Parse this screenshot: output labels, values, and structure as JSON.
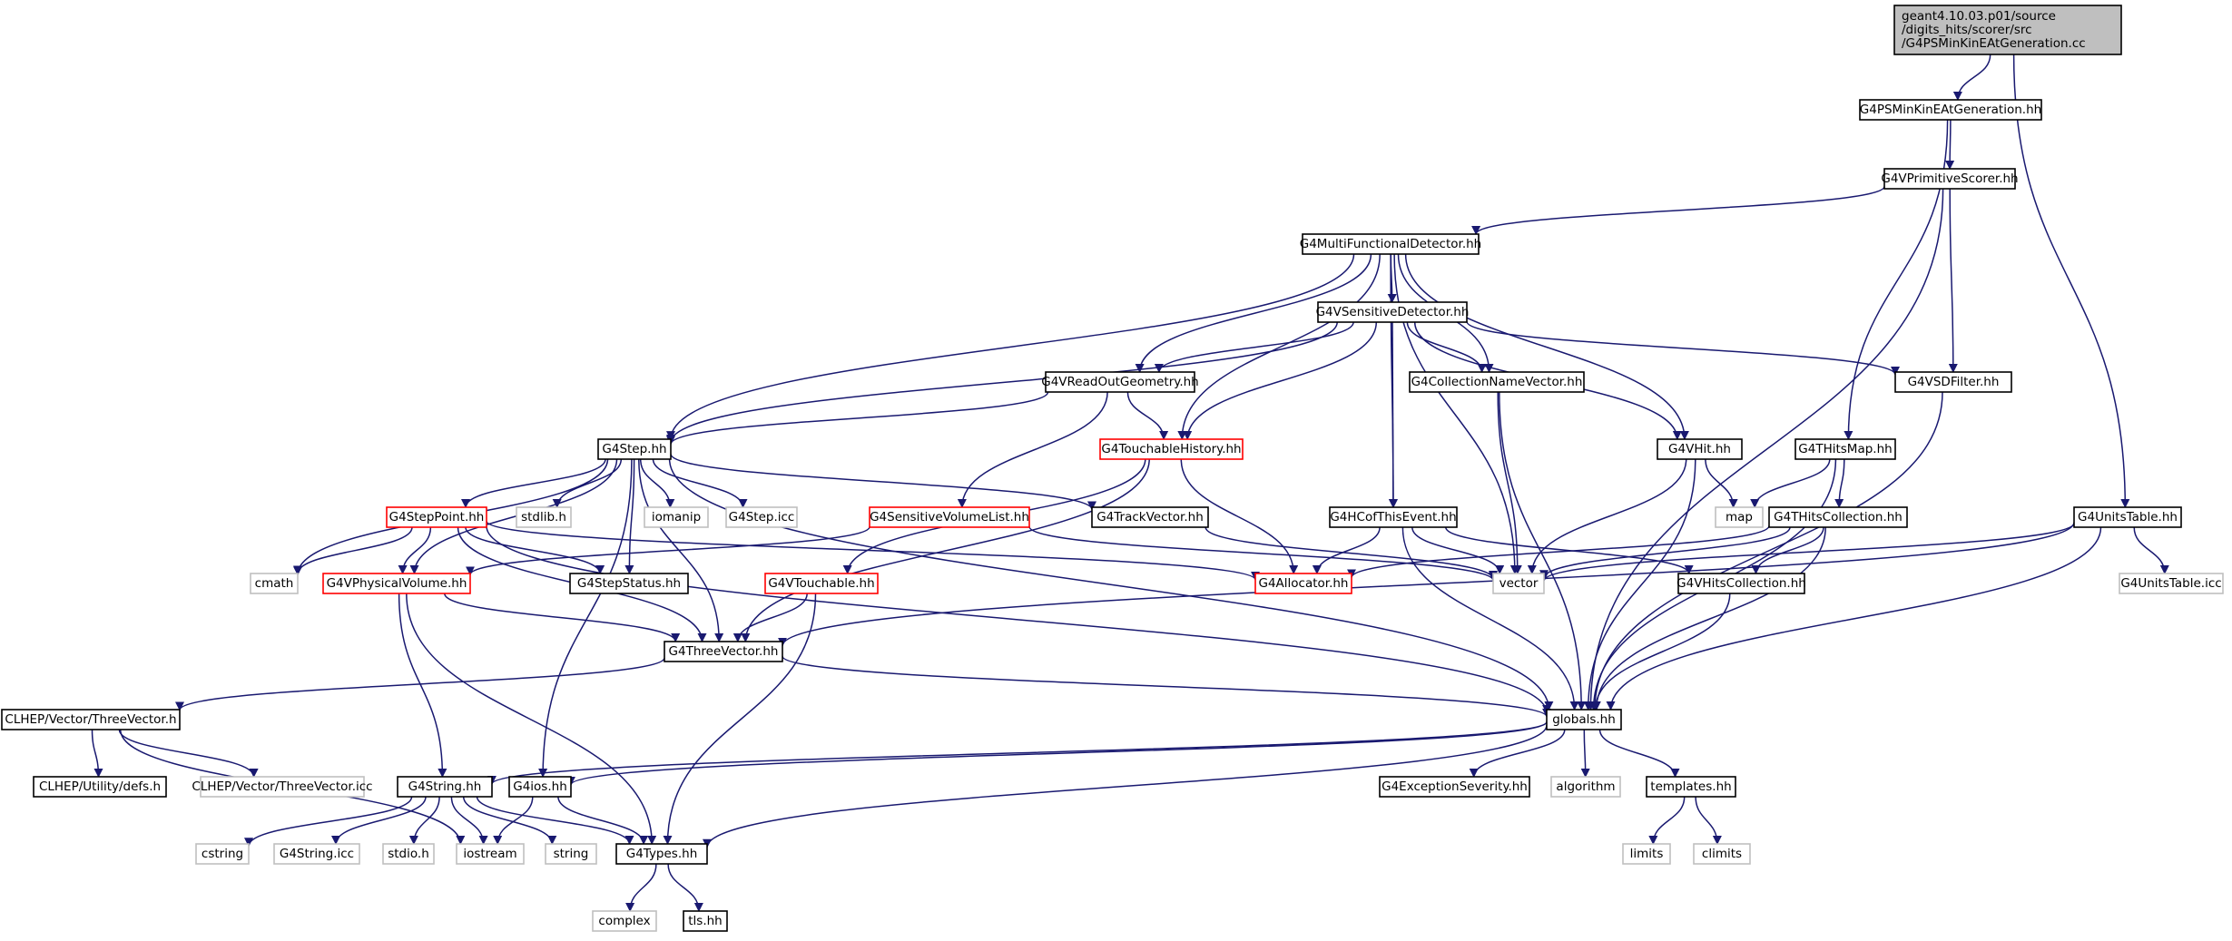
{
  "colors": {
    "edge": "#191970",
    "normal_border": "#000000",
    "incomplete_border": "#ff0000",
    "external_border": "#bfbfbf",
    "root_fill": "#bfbfbf",
    "fill": "#ffffff"
  },
  "nodes": [
    {
      "id": "root",
      "lines": [
        "geant4.10.03.p01/source",
        "/digits_hits/scorer/src",
        "/G4PSMinKinEAtGeneration.cc"
      ],
      "kind": "root"
    },
    {
      "id": "psmin",
      "lines": [
        "G4PSMinKinEAtGeneration.hh"
      ],
      "kind": "normal"
    },
    {
      "id": "vprim",
      "lines": [
        "G4VPrimitiveScorer.hh"
      ],
      "kind": "normal"
    },
    {
      "id": "multi",
      "lines": [
        "G4MultiFunctionalDetector.hh"
      ],
      "kind": "normal"
    },
    {
      "id": "vsens",
      "lines": [
        "G4VSensitiveDetector.hh"
      ],
      "kind": "normal"
    },
    {
      "id": "vread",
      "lines": [
        "G4VReadOutGeometry.hh"
      ],
      "kind": "normal"
    },
    {
      "id": "collname",
      "lines": [
        "G4CollectionNameVector.hh"
      ],
      "kind": "normal"
    },
    {
      "id": "vsdfilter",
      "lines": [
        "G4VSDFilter.hh"
      ],
      "kind": "normal"
    },
    {
      "id": "step",
      "lines": [
        "G4Step.hh"
      ],
      "kind": "normal"
    },
    {
      "id": "touchhist",
      "lines": [
        "G4TouchableHistory.hh"
      ],
      "kind": "incomplete"
    },
    {
      "id": "vhit",
      "lines": [
        "G4VHit.hh"
      ],
      "kind": "normal"
    },
    {
      "id": "thitsmap",
      "lines": [
        "G4THitsMap.hh"
      ],
      "kind": "normal"
    },
    {
      "id": "steppoint",
      "lines": [
        "G4StepPoint.hh"
      ],
      "kind": "incomplete"
    },
    {
      "id": "stdlib",
      "lines": [
        "stdlib.h"
      ],
      "kind": "external"
    },
    {
      "id": "iomanip",
      "lines": [
        "iomanip"
      ],
      "kind": "external"
    },
    {
      "id": "stepicc",
      "lines": [
        "G4Step.icc"
      ],
      "kind": "external"
    },
    {
      "id": "trackvec",
      "lines": [
        "G4TrackVector.hh"
      ],
      "kind": "normal"
    },
    {
      "id": "senslist",
      "lines": [
        "G4SensitiveVolumeList.hh"
      ],
      "kind": "incomplete"
    },
    {
      "id": "hcof",
      "lines": [
        "G4HCofThisEvent.hh"
      ],
      "kind": "normal"
    },
    {
      "id": "map",
      "lines": [
        "map"
      ],
      "kind": "external"
    },
    {
      "id": "thitscoll",
      "lines": [
        "G4THitsCollection.hh"
      ],
      "kind": "normal"
    },
    {
      "id": "unitstable",
      "lines": [
        "G4UnitsTable.hh"
      ],
      "kind": "normal"
    },
    {
      "id": "cmath",
      "lines": [
        "cmath"
      ],
      "kind": "external"
    },
    {
      "id": "vphys",
      "lines": [
        "G4VPhysicalVolume.hh"
      ],
      "kind": "incomplete"
    },
    {
      "id": "stepstatus",
      "lines": [
        "G4StepStatus.hh"
      ],
      "kind": "normal"
    },
    {
      "id": "vtouch",
      "lines": [
        "G4VTouchable.hh"
      ],
      "kind": "incomplete"
    },
    {
      "id": "allocator",
      "lines": [
        "G4Allocator.hh"
      ],
      "kind": "incomplete"
    },
    {
      "id": "vector",
      "lines": [
        "vector"
      ],
      "kind": "external"
    },
    {
      "id": "vhitscoll",
      "lines": [
        "G4VHitsCollection.hh"
      ],
      "kind": "normal"
    },
    {
      "id": "unitsicc",
      "lines": [
        "G4UnitsTable.icc"
      ],
      "kind": "external"
    },
    {
      "id": "threevec",
      "lines": [
        "G4ThreeVector.hh"
      ],
      "kind": "normal"
    },
    {
      "id": "clhep3",
      "lines": [
        "CLHEP/Vector/ThreeVector.h"
      ],
      "kind": "normal"
    },
    {
      "id": "globals",
      "lines": [
        "globals.hh"
      ],
      "kind": "normal"
    },
    {
      "id": "defs",
      "lines": [
        "CLHEP/Utility/defs.h"
      ],
      "kind": "normal"
    },
    {
      "id": "clhep3icc",
      "lines": [
        "CLHEP/Vector/ThreeVector.icc"
      ],
      "kind": "external"
    },
    {
      "id": "g4string",
      "lines": [
        "G4String.hh"
      ],
      "kind": "normal"
    },
    {
      "id": "g4ios",
      "lines": [
        "G4ios.hh"
      ],
      "kind": "normal"
    },
    {
      "id": "exsev",
      "lines": [
        "G4ExceptionSeverity.hh"
      ],
      "kind": "normal"
    },
    {
      "id": "algorithm",
      "lines": [
        "algorithm"
      ],
      "kind": "external"
    },
    {
      "id": "templates",
      "lines": [
        "templates.hh"
      ],
      "kind": "normal"
    },
    {
      "id": "cstring",
      "lines": [
        "cstring"
      ],
      "kind": "external"
    },
    {
      "id": "stringicc",
      "lines": [
        "G4String.icc"
      ],
      "kind": "external"
    },
    {
      "id": "stdio",
      "lines": [
        "stdio.h"
      ],
      "kind": "external"
    },
    {
      "id": "iostream",
      "lines": [
        "iostream"
      ],
      "kind": "external"
    },
    {
      "id": "string",
      "lines": [
        "string"
      ],
      "kind": "external"
    },
    {
      "id": "types",
      "lines": [
        "G4Types.hh"
      ],
      "kind": "normal"
    },
    {
      "id": "limits",
      "lines": [
        "limits"
      ],
      "kind": "external"
    },
    {
      "id": "climits",
      "lines": [
        "climits"
      ],
      "kind": "external"
    },
    {
      "id": "complex",
      "lines": [
        "complex"
      ],
      "kind": "external"
    },
    {
      "id": "tls",
      "lines": [
        "tls.hh"
      ],
      "kind": "normal"
    }
  ],
  "edges": [
    [
      "root",
      "psmin"
    ],
    [
      "root",
      "unitstable"
    ],
    [
      "psmin",
      "vprim"
    ],
    [
      "psmin",
      "thitsmap"
    ],
    [
      "vprim",
      "multi"
    ],
    [
      "vprim",
      "vsdfilter"
    ],
    [
      "vprim",
      "globals"
    ],
    [
      "multi",
      "step"
    ],
    [
      "multi",
      "vread"
    ],
    [
      "multi",
      "touchhist"
    ],
    [
      "multi",
      "vsens"
    ],
    [
      "multi",
      "hcof"
    ],
    [
      "multi",
      "collname"
    ],
    [
      "multi",
      "vector"
    ],
    [
      "multi",
      "vhit"
    ],
    [
      "vsens",
      "step"
    ],
    [
      "vsens",
      "vread"
    ],
    [
      "vsens",
      "touchhist"
    ],
    [
      "vsens",
      "collname"
    ],
    [
      "vsens",
      "hcof"
    ],
    [
      "vsens",
      "vhit"
    ],
    [
      "vsens",
      "vsdfilter"
    ],
    [
      "vread",
      "step"
    ],
    [
      "vread",
      "touchhist"
    ],
    [
      "vread",
      "senslist"
    ],
    [
      "collname",
      "vector"
    ],
    [
      "collname",
      "globals"
    ],
    [
      "vsdfilter",
      "globals"
    ],
    [
      "step",
      "steppoint"
    ],
    [
      "step",
      "stdlib"
    ],
    [
      "step",
      "iomanip"
    ],
    [
      "step",
      "stepicc"
    ],
    [
      "step",
      "trackvec"
    ],
    [
      "step",
      "cmath"
    ],
    [
      "step",
      "vphys"
    ],
    [
      "step",
      "stepstatus"
    ],
    [
      "step",
      "threevec"
    ],
    [
      "step",
      "globals"
    ],
    [
      "step",
      "g4ios"
    ],
    [
      "touchhist",
      "vtouch"
    ],
    [
      "touchhist",
      "threevec"
    ],
    [
      "touchhist",
      "allocator"
    ],
    [
      "steppoint",
      "cmath"
    ],
    [
      "steppoint",
      "vphys"
    ],
    [
      "steppoint",
      "stepstatus"
    ],
    [
      "steppoint",
      "threevec"
    ],
    [
      "steppoint",
      "allocator"
    ],
    [
      "steppoint",
      "globals"
    ],
    [
      "senslist",
      "vphys"
    ],
    [
      "senslist",
      "vector"
    ],
    [
      "trackvec",
      "vector"
    ],
    [
      "hcof",
      "allocator"
    ],
    [
      "hcof",
      "vector"
    ],
    [
      "hcof",
      "vhitscoll"
    ],
    [
      "hcof",
      "globals"
    ],
    [
      "vhit",
      "map"
    ],
    [
      "vhit",
      "vector"
    ],
    [
      "vhit",
      "globals"
    ],
    [
      "thitsmap",
      "map"
    ],
    [
      "thitsmap",
      "thitscoll"
    ],
    [
      "thitsmap",
      "globals"
    ],
    [
      "thitscoll",
      "allocator"
    ],
    [
      "thitscoll",
      "vector"
    ],
    [
      "thitscoll",
      "vhitscoll"
    ],
    [
      "thitscoll",
      "globals"
    ],
    [
      "unitstable",
      "vector"
    ],
    [
      "unitstable",
      "unitsicc"
    ],
    [
      "unitstable",
      "threevec"
    ],
    [
      "unitstable",
      "globals"
    ],
    [
      "vphys",
      "threevec"
    ],
    [
      "vphys",
      "g4string"
    ],
    [
      "vphys",
      "types"
    ],
    [
      "vtouch",
      "threevec"
    ],
    [
      "vtouch",
      "types"
    ],
    [
      "vhitscoll",
      "globals"
    ],
    [
      "threevec",
      "clhep3"
    ],
    [
      "threevec",
      "globals"
    ],
    [
      "clhep3",
      "defs"
    ],
    [
      "clhep3",
      "clhep3icc"
    ],
    [
      "clhep3",
      "iostream"
    ],
    [
      "globals",
      "g4string"
    ],
    [
      "globals",
      "g4ios"
    ],
    [
      "globals",
      "exsev"
    ],
    [
      "globals",
      "algorithm"
    ],
    [
      "globals",
      "templates"
    ],
    [
      "globals",
      "types"
    ],
    [
      "g4string",
      "cstring"
    ],
    [
      "g4string",
      "stringicc"
    ],
    [
      "g4string",
      "stdio"
    ],
    [
      "g4string",
      "iostream"
    ],
    [
      "g4string",
      "string"
    ],
    [
      "g4string",
      "types"
    ],
    [
      "g4ios",
      "iostream"
    ],
    [
      "g4ios",
      "types"
    ],
    [
      "templates",
      "limits"
    ],
    [
      "templates",
      "climits"
    ],
    [
      "types",
      "complex"
    ],
    [
      "types",
      "tls"
    ]
  ]
}
